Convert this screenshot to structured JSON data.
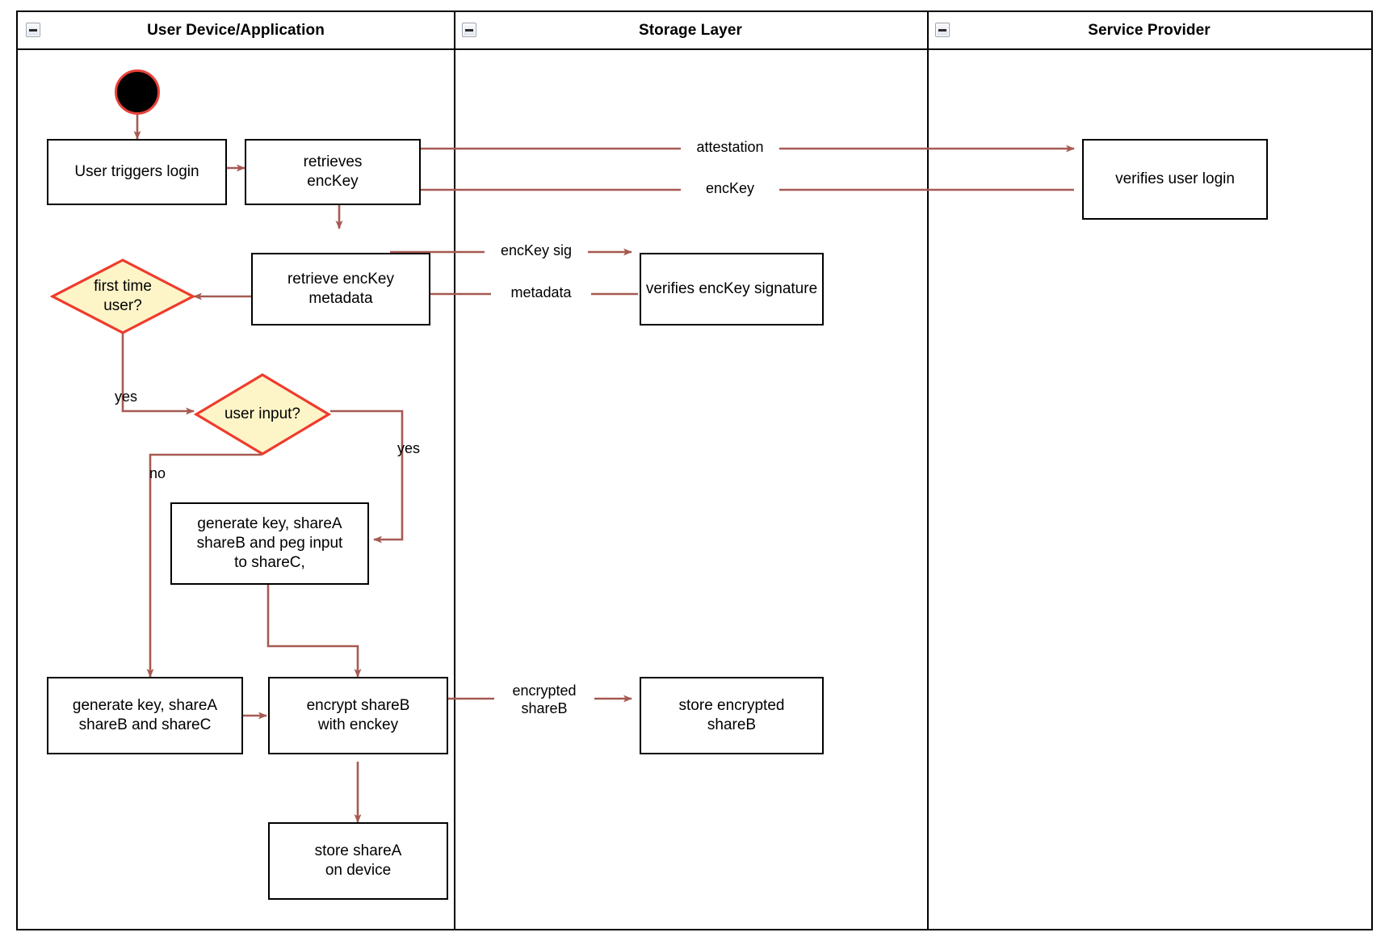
{
  "diagram": {
    "type": "swimlane-activity-diagram",
    "arrow_color": "#a65a52",
    "decision_fill": "#fdf4c8",
    "decision_stroke": "#ef3b2c",
    "node_stroke": "#000000",
    "start_node_fill": "#000000",
    "start_node_stroke": "#e8413a"
  },
  "lanes": [
    {
      "id": "user-device",
      "title": "User Device/Application",
      "collapse_icon": "collapse-minus-icon"
    },
    {
      "id": "storage-layer",
      "title": "Storage Layer",
      "collapse_icon": "collapse-minus-icon"
    },
    {
      "id": "service-provider",
      "title": "Service Provider",
      "collapse_icon": "collapse-minus-icon"
    }
  ],
  "nodes": [
    {
      "id": "start",
      "lane": "user-device",
      "kind": "initial-node",
      "label": ""
    },
    {
      "id": "user-triggers-login",
      "lane": "user-device",
      "kind": "action",
      "label": "User triggers login"
    },
    {
      "id": "retrieves-enckey",
      "lane": "user-device",
      "kind": "action",
      "label": "retrieves\nencKey"
    },
    {
      "id": "retrieve-enckey-metadata",
      "lane": "user-device",
      "kind": "action",
      "label": "retrieve encKey\nmetadata"
    },
    {
      "id": "first-time-user",
      "lane": "user-device",
      "kind": "decision",
      "label": "first time\nuser?"
    },
    {
      "id": "user-input",
      "lane": "user-device",
      "kind": "decision",
      "label": "user input?"
    },
    {
      "id": "generate-peg-input",
      "lane": "user-device",
      "kind": "action",
      "label": "generate key, shareA\nshareB and peg input\nto shareC,"
    },
    {
      "id": "generate-key-sharea-b-c",
      "lane": "user-device",
      "kind": "action",
      "label": "generate key, shareA\nshareB and shareC"
    },
    {
      "id": "encrypt-shareb",
      "lane": "user-device",
      "kind": "action",
      "label": "encrypt shareB\nwith enckey"
    },
    {
      "id": "store-sharea-on-device",
      "lane": "user-device",
      "kind": "action",
      "label": "store shareA\non device"
    },
    {
      "id": "verifies-enckey-signature",
      "lane": "storage-layer",
      "kind": "action",
      "label": "verifies encKey signature"
    },
    {
      "id": "store-encrypted-shareb",
      "lane": "storage-layer",
      "kind": "action",
      "label": "store encrypted\nshareB"
    },
    {
      "id": "verifies-user-login",
      "lane": "service-provider",
      "kind": "action",
      "label": "verifies user login"
    }
  ],
  "edges": [
    {
      "id": "e-start-login",
      "from": "start",
      "to": "user-triggers-login",
      "label": ""
    },
    {
      "id": "e-login-retrieves",
      "from": "user-triggers-login",
      "to": "retrieves-enckey",
      "label": ""
    },
    {
      "id": "e-attestation",
      "from": "retrieves-enckey",
      "to": "verifies-user-login",
      "label": "attestation"
    },
    {
      "id": "e-enckey-back",
      "from": "verifies-user-login",
      "to": "retrieves-enckey",
      "label": "encKey"
    },
    {
      "id": "e-retrieves-metadata",
      "from": "retrieves-enckey",
      "to": "retrieve-enckey-metadata",
      "label": ""
    },
    {
      "id": "e-enckey-sig",
      "from": "retrieve-enckey-metadata",
      "to": "verifies-enckey-signature",
      "label": "encKey sig"
    },
    {
      "id": "e-metadata-back",
      "from": "verifies-enckey-signature",
      "to": "retrieve-enckey-metadata",
      "label": "metadata"
    },
    {
      "id": "e-metadata-firsttime",
      "from": "retrieve-enckey-metadata",
      "to": "first-time-user",
      "label": ""
    },
    {
      "id": "e-firsttime-yes",
      "from": "first-time-user",
      "to": "user-input",
      "label": "yes"
    },
    {
      "id": "e-userinput-yes",
      "from": "user-input",
      "to": "generate-peg-input",
      "label": "yes"
    },
    {
      "id": "e-userinput-no",
      "from": "user-input",
      "to": "generate-key-sharea-b-c",
      "label": "no"
    },
    {
      "id": "e-peg-encrypt",
      "from": "generate-peg-input",
      "to": "encrypt-shareb",
      "label": ""
    },
    {
      "id": "e-genkey-encrypt",
      "from": "generate-key-sharea-b-c",
      "to": "encrypt-shareb",
      "label": ""
    },
    {
      "id": "e-encrypted-shareb",
      "from": "encrypt-shareb",
      "to": "store-encrypted-shareb",
      "label": "encrypted\nshareB"
    },
    {
      "id": "e-encrypt-store-sharea",
      "from": "encrypt-shareb",
      "to": "store-sharea-on-device",
      "label": ""
    }
  ],
  "edge_labels": {
    "attestation": "attestation",
    "enckey": "encKey",
    "enckey_sig": "encKey sig",
    "metadata": "metadata",
    "yes_firsttime": "yes",
    "yes_userinput": "yes",
    "no_userinput": "no",
    "encrypted_shareb": "encrypted\nshareB"
  }
}
